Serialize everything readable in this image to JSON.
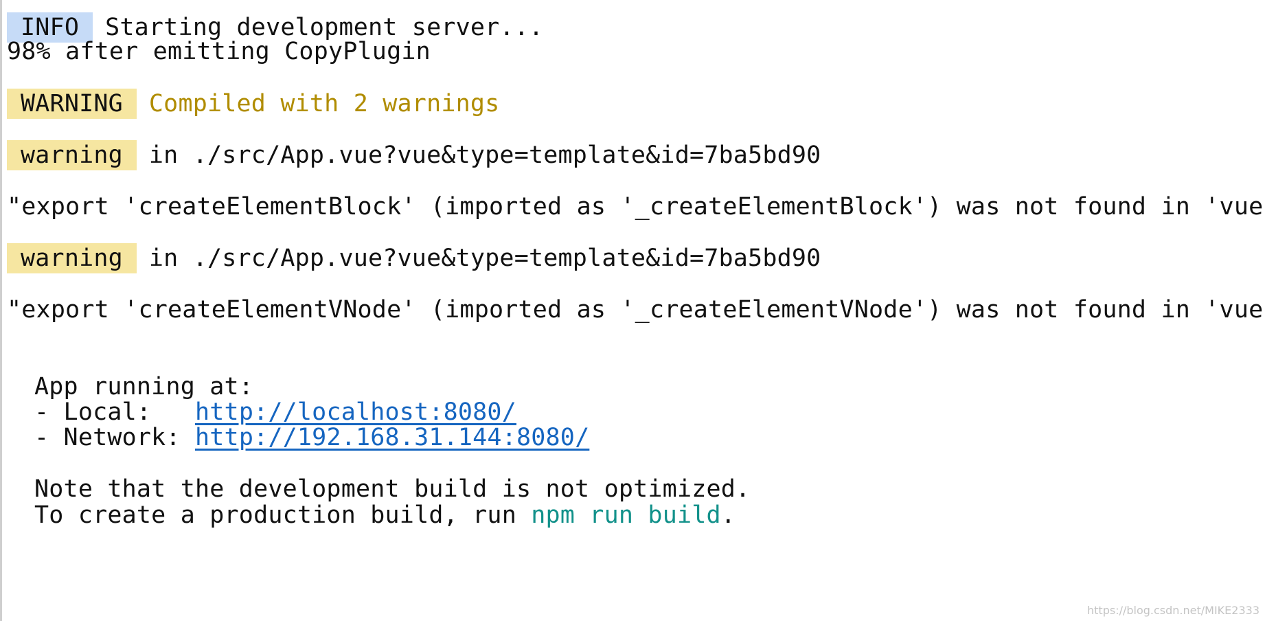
{
  "info": {
    "tag": "INFO",
    "text": "Starting development server..."
  },
  "progress": {
    "text": "98% after emitting CopyPlugin"
  },
  "warning_summary": {
    "tag": "WARNING",
    "text": "Compiled with 2 warnings"
  },
  "warnings": [
    {
      "tag": "warning",
      "location": "in ./src/App.vue?vue&type=template&id=7ba5bd90",
      "message": "\"export 'createElementBlock' (imported as '_createElementBlock') was not found in 'vue'"
    },
    {
      "tag": "warning",
      "location": "in ./src/App.vue?vue&type=template&id=7ba5bd90",
      "message": "\"export 'createElementVNode' (imported as '_createElementVNode') was not found in 'vue'"
    }
  ],
  "app": {
    "heading": "App running at:",
    "local_label": "- Local:   ",
    "local_url": "http://localhost:8080/",
    "network_label": "- Network: ",
    "network_url": "http://192.168.31.144:8080/"
  },
  "note": {
    "line1": "Note that the development build is not optimized.",
    "line2_prefix": "To create a production build, run ",
    "command": "npm run build",
    "line2_suffix": "."
  },
  "watermark": "https://blog.csdn.net/MIKE2333",
  "colors": {
    "info_tag_bg": "#c6dbf7",
    "warning_tag_bg": "#f6e6a1",
    "warning_text": "#b08c00",
    "link": "#1565c0",
    "command": "#12918a"
  }
}
